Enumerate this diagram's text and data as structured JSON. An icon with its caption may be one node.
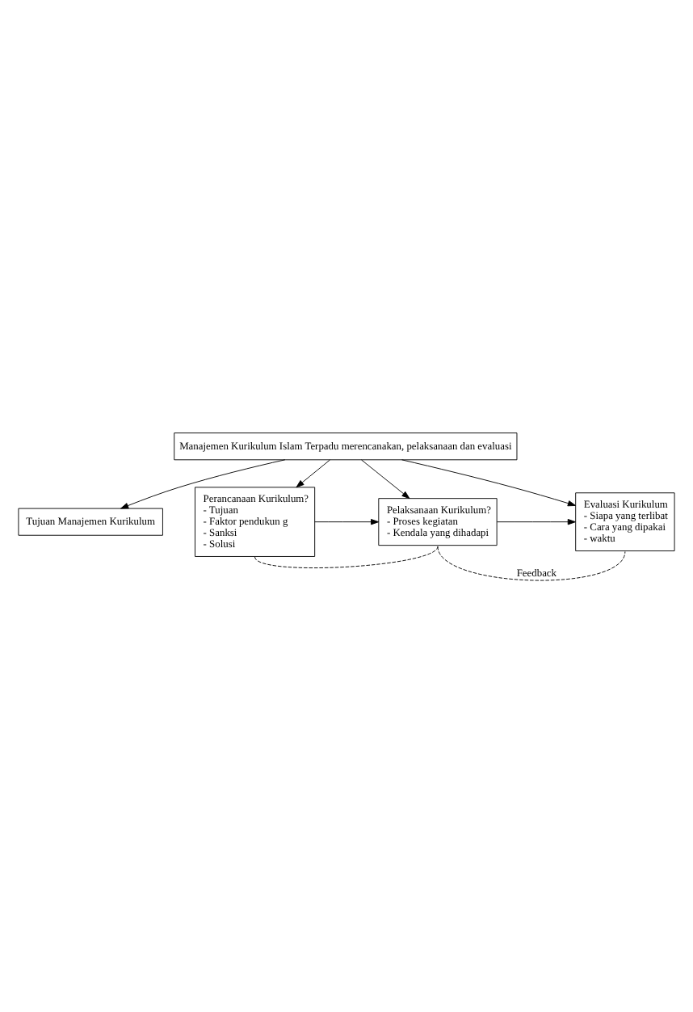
{
  "diagram": {
    "nodes": [
      {
        "text": [
          "Tujuan Manajemen Kurikulum"
        ]
      },
      {
        "text": [
          "Manajemen Kurikulum Islam Terpadu merencanakan, pelaksanaan dan evaluasi"
        ]
      },
      {
        "text": [
          "Perancanaan Kurikulum?",
          "- Tujuan",
          "- Faktor pendukun g",
          "- Sanksi",
          "- Solusi"
        ]
      },
      {
        "text": [
          "Pelaksanaan Kurikulum?",
          "- Proses kegiatan",
          "- Kendala yang dihadapi"
        ]
      },
      {
        "text": [
          "Evaluasi Kurikulum",
          "- Siapa yang terlibat",
          "- Cara yang dipakai",
          "- waktu"
        ]
      }
    ],
    "edges": [
      {
        "from": 1,
        "to": 0,
        "arrow": "to"
      },
      {
        "from": 1,
        "to": 2,
        "arrow": "to"
      },
      {
        "from": 1,
        "to": 3,
        "arrow": "to"
      },
      {
        "from": 1,
        "to": 4,
        "arrow": "to"
      },
      {
        "from": 2,
        "to": 3,
        "arrow": "to"
      },
      {
        "from": 3,
        "to": 4,
        "arrow": "to"
      },
      {
        "from": 2,
        "to": 3,
        "arrow": "none",
        "style": "dashed"
      },
      {
        "from": 3,
        "to": 4,
        "arrow": "none",
        "style": "dashed",
        "label": "Feedback"
      }
    ]
  }
}
